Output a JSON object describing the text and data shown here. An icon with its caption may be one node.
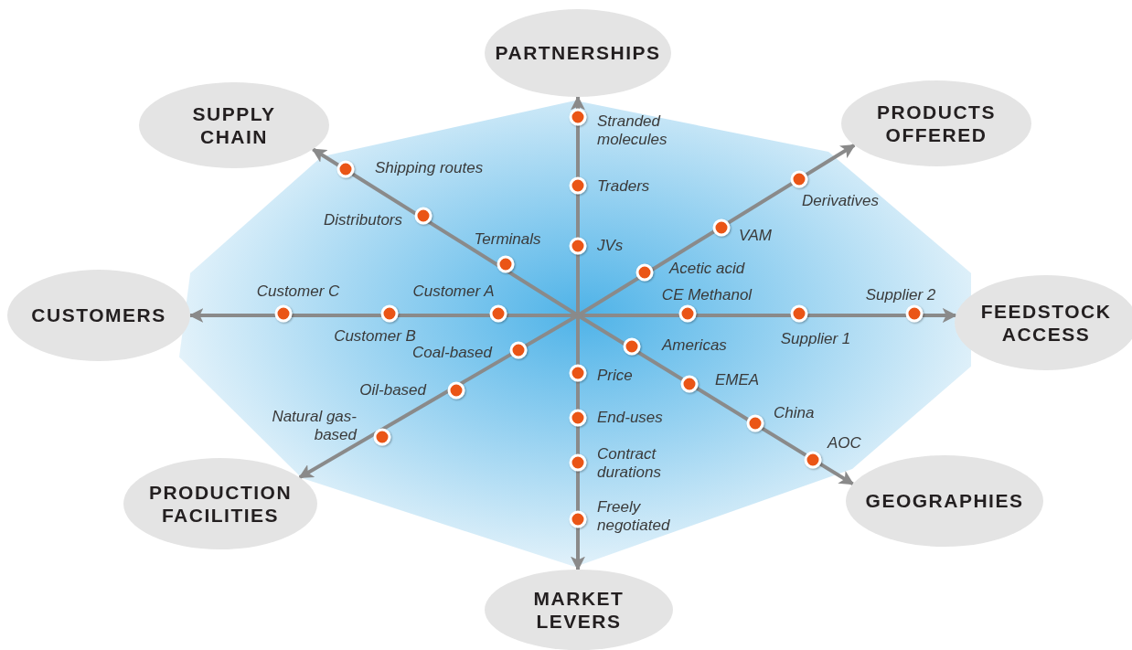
{
  "diagram": {
    "nodes": [
      {
        "text": [
          "PARTNERSHIPS"
        ]
      },
      {
        "text": [
          "SUPPLY CHAIN"
        ]
      },
      {
        "text": [
          "PRODUCTS OFFERED"
        ]
      },
      {
        "text": [
          "CUSTOMERS"
        ]
      },
      {
        "text": [
          "FEEDSTOCK ACCESS"
        ]
      },
      {
        "text": [
          "PRODUCTION FACILITIES"
        ]
      },
      {
        "text": [
          "GEOGRAPHIES"
        ]
      },
      {
        "text": [
          "MARKET LEVERS"
        ]
      }
    ],
    "edges": [
      {
        "from": null,
        "to": 0,
        "arrow": "to"
      },
      {
        "from": null,
        "to": 1,
        "arrow": "to"
      },
      {
        "from": null,
        "to": 2,
        "arrow": "to"
      },
      {
        "from": null,
        "to": 3,
        "arrow": "to"
      },
      {
        "from": null,
        "to": 4,
        "arrow": "to"
      },
      {
        "from": null,
        "to": 5,
        "arrow": "to"
      },
      {
        "from": null,
        "to": 6,
        "arrow": "to"
      },
      {
        "from": null,
        "to": 7,
        "arrow": "to"
      }
    ],
    "labels": [
      "Stranded molecules",
      "Shipping routes",
      "Traders",
      "Derivatives",
      "Distributors",
      "Terminals",
      "VAM",
      "JVs",
      "Acetic acid",
      "Customer C",
      "Customer A",
      "CE Methanol",
      "Supplier 2",
      "Customer B",
      "Americas",
      "Supplier 1",
      "Coal-based",
      "Price",
      "EMEA",
      "Oil-based",
      "Natural gas-based",
      "End-uses",
      "China",
      "AOC",
      "Contract durations",
      "Freely negotiated"
    ]
  }
}
